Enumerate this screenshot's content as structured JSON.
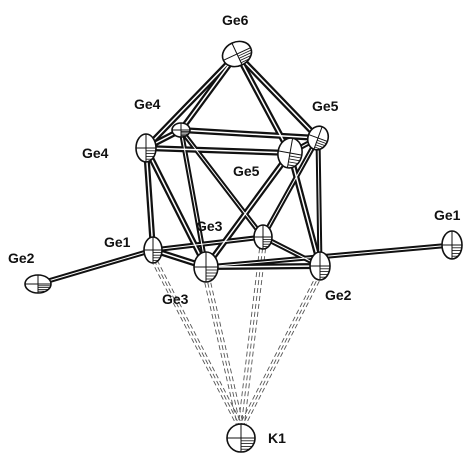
{
  "colors": {
    "ink": "#111111",
    "background": "#ffffff"
  },
  "atoms": [
    {
      "id": "ge6",
      "label": "Ge6"
    },
    {
      "id": "ge4b",
      "label": "Ge4"
    },
    {
      "id": "ge4a",
      "label": "Ge4"
    },
    {
      "id": "ge5b",
      "label": "Ge5"
    },
    {
      "id": "ge5a",
      "label": "Ge5"
    },
    {
      "id": "ge3b",
      "label": "Ge3"
    },
    {
      "id": "ge1a",
      "label": "Ge1"
    },
    {
      "id": "ge3a",
      "label": "Ge3"
    },
    {
      "id": "ge2a",
      "label": "Ge2"
    },
    {
      "id": "ge2x",
      "label": "Ge2"
    },
    {
      "id": "ge1x",
      "label": "Ge1"
    },
    {
      "id": "k1",
      "label": "K1"
    }
  ]
}
